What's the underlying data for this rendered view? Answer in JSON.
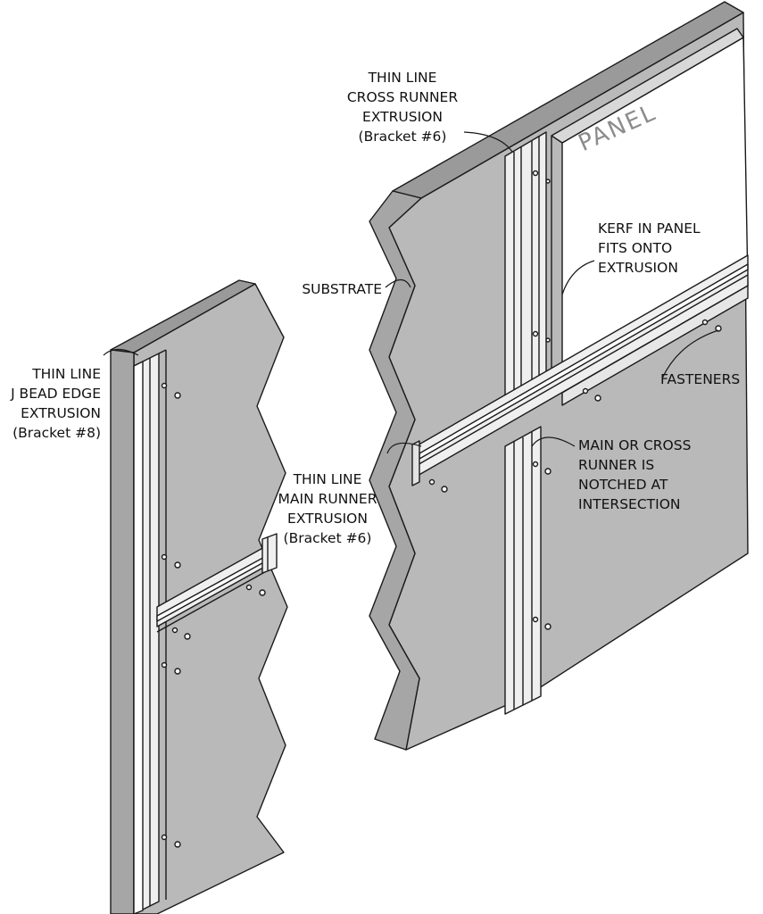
{
  "labels": {
    "cross_runner": [
      "THIN LINE",
      "CROSS RUNNER",
      "EXTRUSION",
      "(Bracket #6)"
    ],
    "panel": "PANEL",
    "kerf": [
      "KERF IN PANEL",
      "FITS ONTO",
      "EXTRUSION"
    ],
    "substrate": "SUBSTRATE",
    "j_bead": [
      "THIN LINE",
      "J BEAD EDGE",
      "EXTRUSION",
      "(Bracket #8)"
    ],
    "fasteners": "FASTENERS",
    "main_or_cross": [
      "MAIN OR CROSS",
      "RUNNER IS",
      "NOTCHED AT",
      "INTERSECTION"
    ],
    "main_runner": [
      "THIN LINE",
      "MAIN RUNNER",
      "EXTRUSION",
      "(Bracket #6)"
    ]
  },
  "colors": {
    "substrate_fill": "#b9b9b9",
    "substrate_top": "#9a9a9a",
    "substrate_edge": "#a6a6a6",
    "extrusion_fill": "#efefef",
    "panel_fill": "#ffffff",
    "stroke": "#1a1a1a",
    "panel_text": "#8c8c8c"
  }
}
